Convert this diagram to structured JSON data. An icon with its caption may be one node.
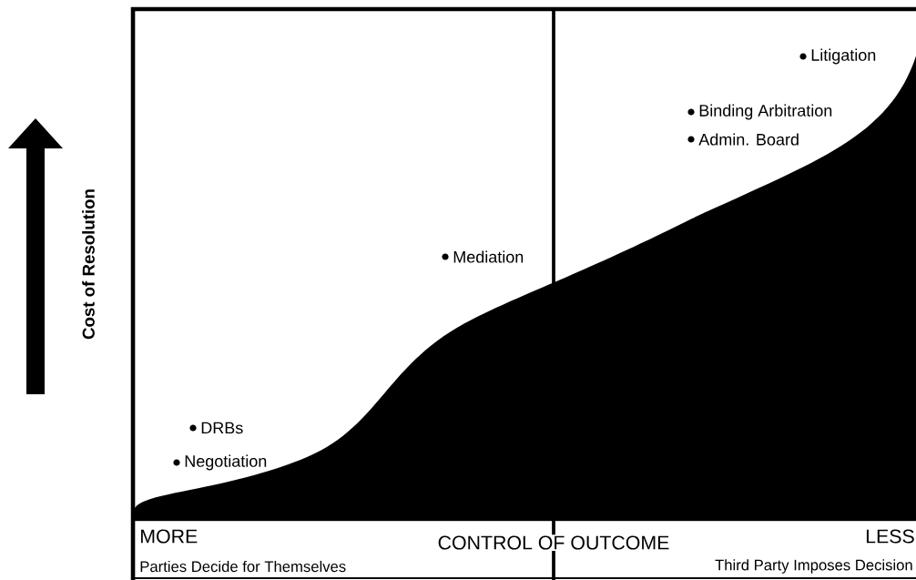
{
  "diagram": {
    "labels": [
      "Litigation",
      "Binding Arbitration",
      "Admin. Board",
      "Mediation",
      "DRBs",
      "Negotiation",
      "Cost of Resolution",
      "MORE",
      "CONTROL OF OUTCOME",
      "LESS",
      "Parties Decide for Themselves",
      "Third Party Imposes Decision"
    ]
  }
}
